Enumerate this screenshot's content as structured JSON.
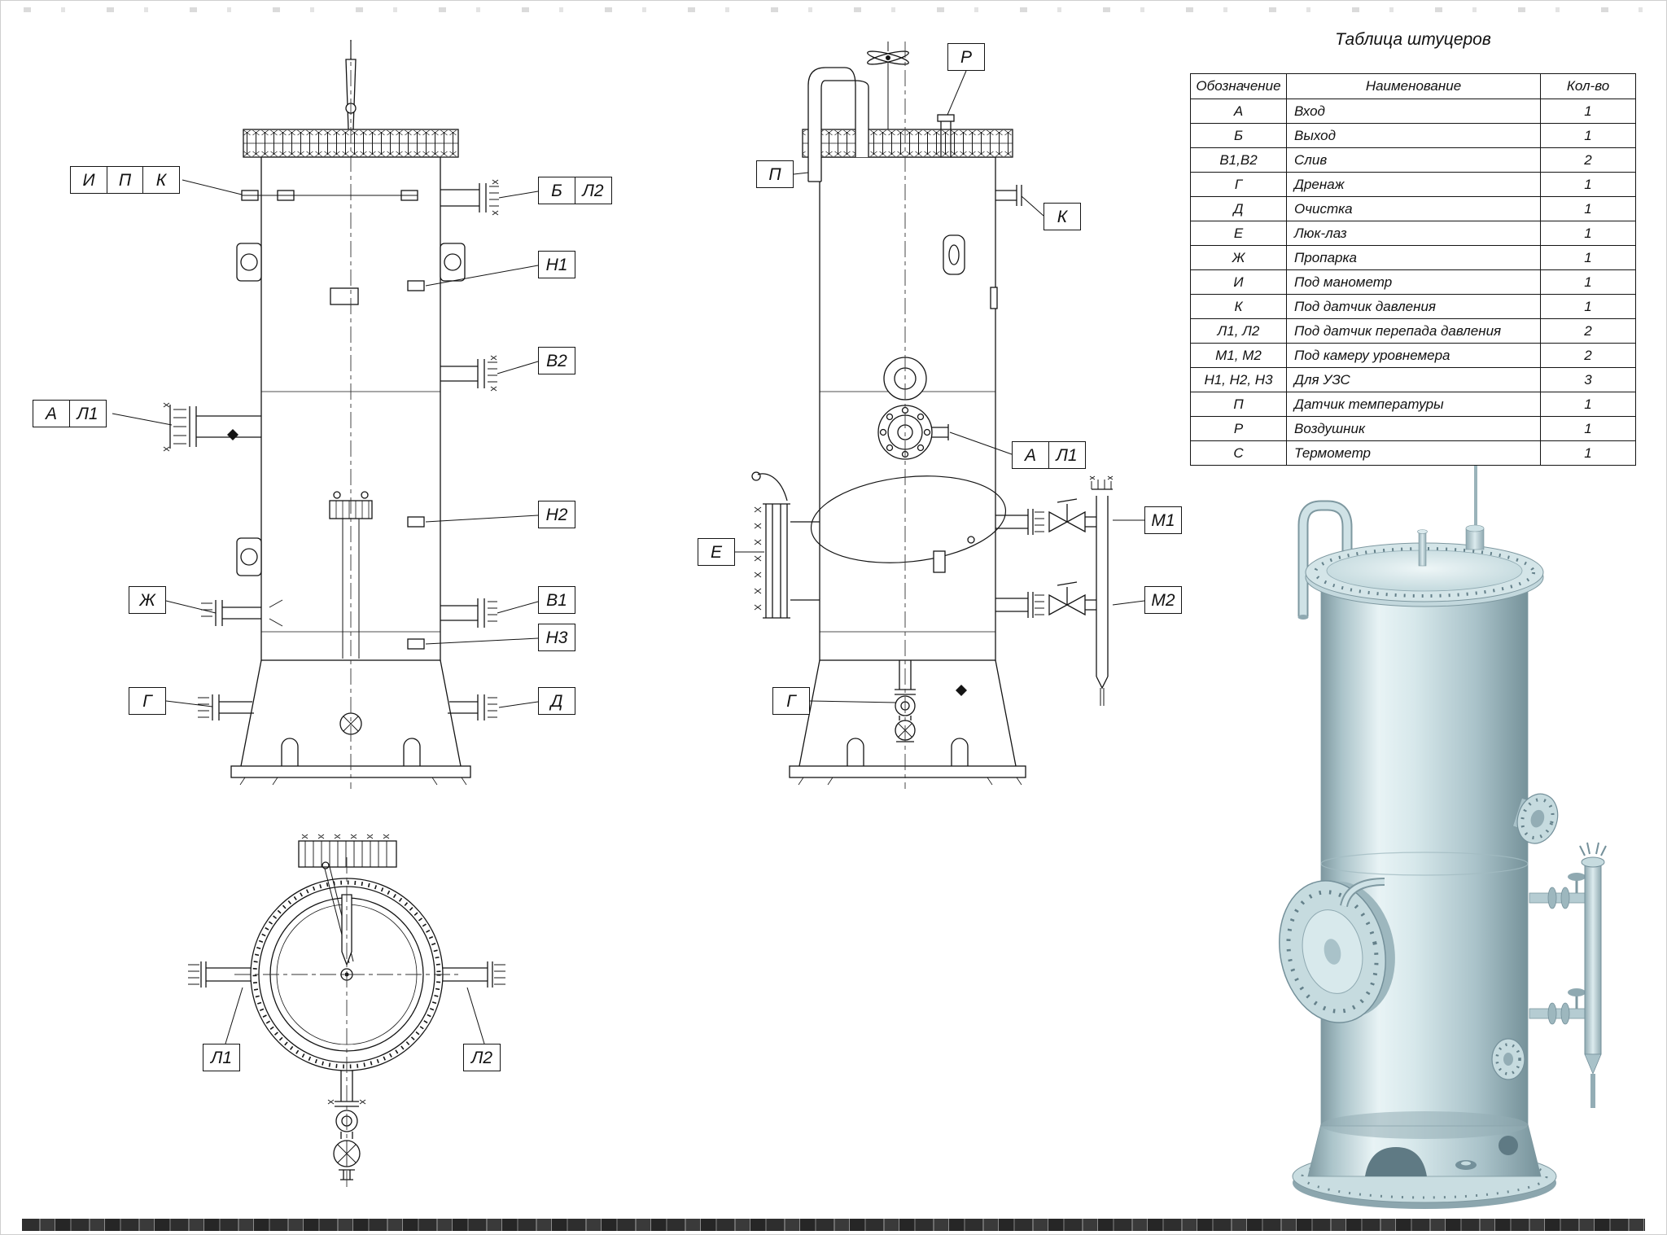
{
  "table": {
    "title": "Таблица штуцеров",
    "headers": [
      "Обозначение",
      "Наименование",
      "Кол-во"
    ],
    "rows": [
      {
        "code": "А",
        "name": "Вход",
        "qty": "1"
      },
      {
        "code": "Б",
        "name": "Выход",
        "qty": "1"
      },
      {
        "code": "В1,В2",
        "name": "Слив",
        "qty": "2"
      },
      {
        "code": "Г",
        "name": "Дренаж",
        "qty": "1"
      },
      {
        "code": "Д",
        "name": "Очистка",
        "qty": "1"
      },
      {
        "code": "Е",
        "name": "Люк-лаз",
        "qty": "1"
      },
      {
        "code": "Ж",
        "name": "Пропарка",
        "qty": "1"
      },
      {
        "code": "И",
        "name": "Под манометр",
        "qty": "1"
      },
      {
        "code": "К",
        "name": "Под датчик давления",
        "qty": "1"
      },
      {
        "code": "Л1, Л2",
        "name": "Под датчик перепада давления",
        "qty": "2"
      },
      {
        "code": "М1, М2",
        "name": "Под камеру уровнемера",
        "qty": "2"
      },
      {
        "code": "Н1, Н2, Н3",
        "name": "Для УЗС",
        "qty": "3"
      },
      {
        "code": "П",
        "name": "Датчик температуры",
        "qty": "1"
      },
      {
        "code": "Р",
        "name": "Воздушник",
        "qty": "1"
      },
      {
        "code": "С",
        "name": "Термометр",
        "qty": "1"
      }
    ]
  },
  "front_view": {
    "labels": {
      "i": "И",
      "p": "П",
      "k": "К",
      "b": "Б",
      "l2": "Л2",
      "n1": "Н1",
      "v2": "В2",
      "a": "А",
      "l1": "Л1",
      "n2": "Н2",
      "zh": "Ж",
      "v1": "В1",
      "n3": "Н3",
      "g": "Г",
      "d": "Д"
    }
  },
  "side_view": {
    "labels": {
      "r": "Р",
      "p": "П",
      "k": "К",
      "a": "А",
      "l1": "Л1",
      "e": "Е",
      "m1": "М1",
      "m2": "М2",
      "g": "Г"
    }
  },
  "top_view": {
    "labels": {
      "l1": "Л1",
      "l2": "Л2"
    }
  },
  "drawing": {
    "line_color": "#141414"
  },
  "render": {
    "body": "#cfe2e6",
    "shadow": "#7e98a0",
    "highlight": "#e8f3f5"
  }
}
